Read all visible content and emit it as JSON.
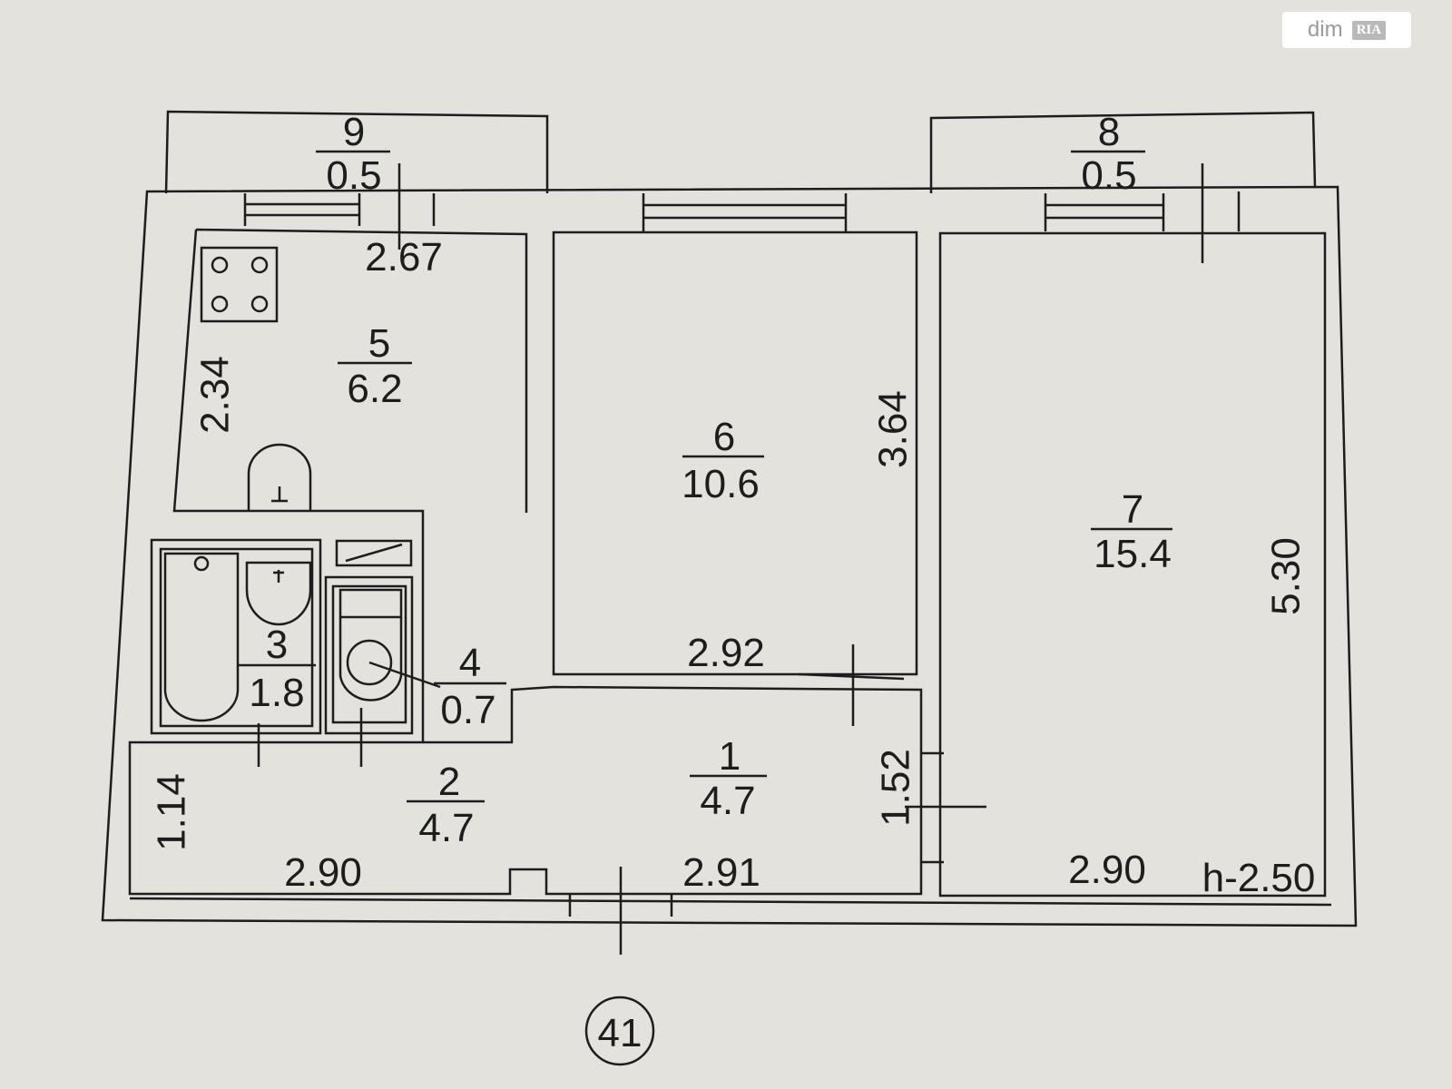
{
  "watermark": {
    "brand": "dim",
    "brand_badge": "RIA"
  },
  "rooms": [
    {
      "number": "9",
      "area": "0.5"
    },
    {
      "number": "8",
      "area": "0.5"
    },
    {
      "number": "5",
      "area": "6.2"
    },
    {
      "number": "6",
      "area": "10.6"
    },
    {
      "number": "7",
      "area": "15.4"
    },
    {
      "number": "3",
      "area": "1.8"
    },
    {
      "number": "4",
      "area": "0.7"
    },
    {
      "number": "1",
      "area": "4.7"
    },
    {
      "number": "2",
      "area": "4.7"
    }
  ],
  "dimensions": {
    "kitchen_width": "2.67",
    "kitchen_depth": "2.34",
    "room6_depth": "3.64",
    "room6_width": "2.92",
    "room7_depth": "5.30",
    "hall_depth": "1.52",
    "corridor_depth": "1.14",
    "corridor_width": "2.90",
    "hall_width": "2.91",
    "room7_width": "2.90"
  },
  "ceiling_height": "h-2.50",
  "apartment_number": "41",
  "colors": {
    "paper": "#e3e2dd",
    "ink": "#1d1d1d"
  }
}
